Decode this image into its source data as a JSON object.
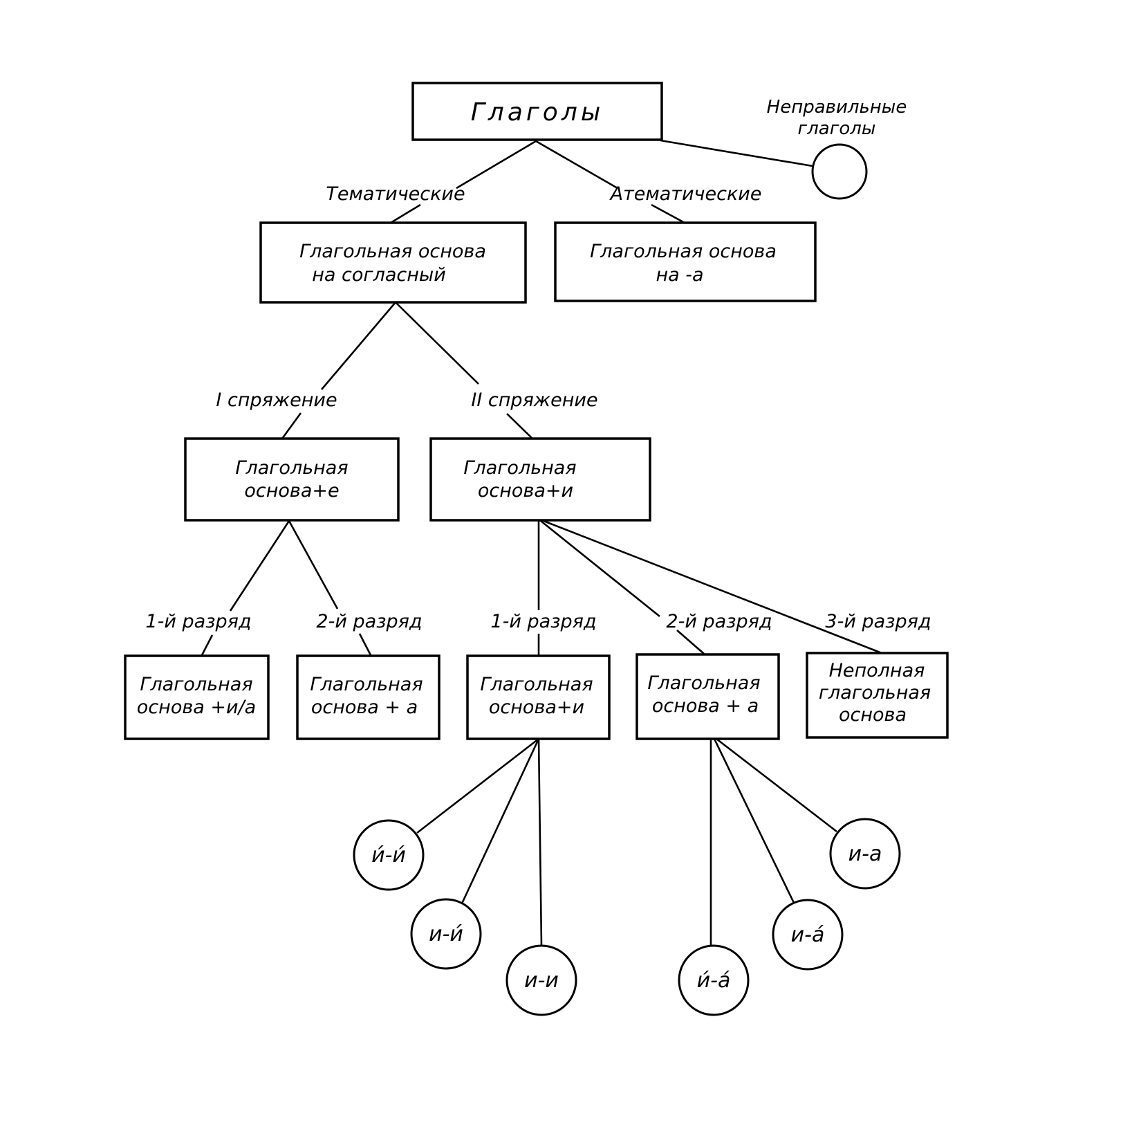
{
  "diagram": {
    "type": "tree",
    "root": {
      "id": "verbs",
      "text": "Глаголы"
    },
    "irregular": {
      "label": [
        "Неправильные",
        "глаголы"
      ],
      "node_text": ""
    },
    "level1": [
      {
        "id": "thematic",
        "edge_label": "Тематические",
        "lines": [
          "Глагольная основа",
          "на согласный"
        ]
      },
      {
        "id": "athematic",
        "edge_label": "Атематические",
        "lines": [
          "Глагольная основа",
          "на -а"
        ]
      }
    ],
    "level2": [
      {
        "id": "conj1",
        "parent": "thematic",
        "edge_label": "I спряжение",
        "lines": [
          "Глагольная",
          "основа+е"
        ]
      },
      {
        "id": "conj2",
        "parent": "thematic",
        "edge_label": "II спряжение",
        "lines": [
          "Глагольная",
          "основа+и"
        ]
      }
    ],
    "level3": [
      {
        "id": "c1r1",
        "parent": "conj1",
        "edge_label": "1-й разряд",
        "lines": [
          "Глагольная",
          "основа +и/а"
        ]
      },
      {
        "id": "c1r2",
        "parent": "conj1",
        "edge_label": "2-й разряд",
        "lines": [
          "Глагольная",
          "основа + а"
        ]
      },
      {
        "id": "c2r1",
        "parent": "conj2",
        "edge_label": "1-й разряд",
        "lines": [
          "Глагольная",
          "основа+и"
        ]
      },
      {
        "id": "c2r2",
        "parent": "conj2",
        "edge_label": "2-й разряд",
        "lines": [
          "Глагольная",
          "основа + а"
        ]
      },
      {
        "id": "c2r3",
        "parent": "conj2",
        "edge_label": "3-й разряд",
        "lines": [
          "Неполная",
          "глагольная",
          "основа"
        ]
      }
    ],
    "level4": [
      {
        "parent": "c2r1",
        "text": "и́-и́"
      },
      {
        "parent": "c2r1",
        "text": "и-и́"
      },
      {
        "parent": "c2r1",
        "text": "и-и"
      },
      {
        "parent": "c2r2",
        "text": "и́-а́"
      },
      {
        "parent": "c2r2",
        "text": "и-а́"
      },
      {
        "parent": "c2r2",
        "text": "и-а"
      }
    ]
  }
}
